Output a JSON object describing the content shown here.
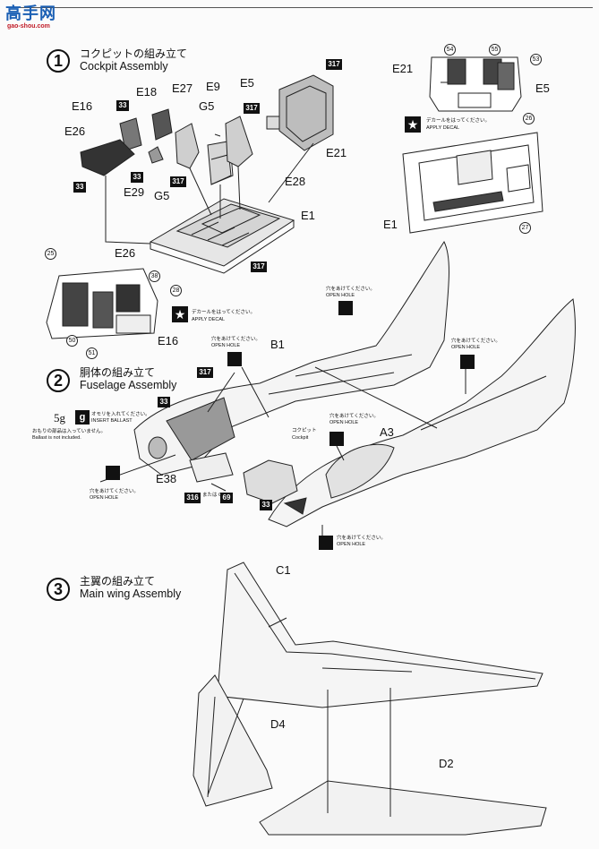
{
  "watermark": {
    "brand": "高手网",
    "site": "gao-shou.com"
  },
  "step1": {
    "number": "1",
    "title_jp": "コクピットの組み立て",
    "title_en": "Cockpit Assembly"
  },
  "step2": {
    "number": "2",
    "title_jp": "胴体の組み立て",
    "title_en": "Fuselage Assembly"
  },
  "step3": {
    "number": "3",
    "title_jp": "主翼の組み立て",
    "title_en": "Main wing Assembly"
  },
  "parts": {
    "e18": "E18",
    "e16": "E16",
    "e26": "E26",
    "e27": "E27",
    "e9": "E9",
    "g5": "G5",
    "g5b": "G5",
    "e5": "E5",
    "e21": "E21",
    "e29": "E29",
    "e28": "E28",
    "e1": "E1",
    "e21b": "E21",
    "e5b": "E5",
    "e1b": "E1",
    "e26b": "E26",
    "e16b": "E16",
    "b1": "B1",
    "a3": "A3",
    "e38": "E38",
    "c1": "C1",
    "d4": "D4",
    "d2": "D2"
  },
  "paint": {
    "p317a": "317",
    "p317b": "317",
    "p317c": "317",
    "p317d": "317",
    "p317e": "317",
    "p33a": "33",
    "p33b": "33",
    "p33c": "33",
    "p33d": "33",
    "p33e": "33",
    "p316": "316",
    "p69": "69",
    "or": "または Or"
  },
  "decals": {
    "d54": "54",
    "d55": "55",
    "d53": "53",
    "d26": "26",
    "d27": "27",
    "d25": "25",
    "d38": "38",
    "d28": "28",
    "d50": "50",
    "d51": "51"
  },
  "notes": {
    "apply_decal_jp": "デカールをはってください。",
    "apply_decal_en": "APPLY DECAL",
    "open_hole_jp": "穴をあけてください。",
    "open_hole_en": "OPEN HOLE",
    "cockpit_jp": "コクピット",
    "cockpit_en": "Cockpit",
    "ballast_weight": "5g",
    "ballast_jp": "オモリを入れてください。",
    "ballast_en": "INSERT BALLAST",
    "ballast_note_jp": "おもりの部品は入っていません。",
    "ballast_note_en": "Ballast is not included."
  }
}
